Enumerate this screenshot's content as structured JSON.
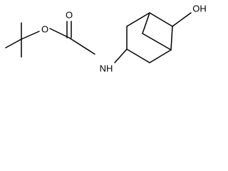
{
  "structure": {
    "atom_labels": {
      "ester_oxygen": "O",
      "carbonyl_oxygen": "O",
      "amine": "NH",
      "hydroxyl": "OH"
    },
    "colors": {
      "bond": "#000000",
      "text": "#000000",
      "background": "#ffffff"
    }
  }
}
